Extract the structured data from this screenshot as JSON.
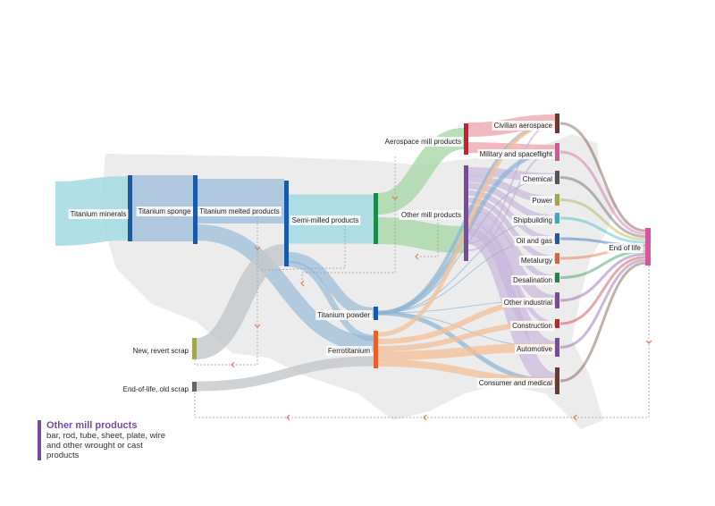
{
  "nodes": [
    {
      "id": "minerals",
      "label": "Titanium minerals",
      "color": "#a8dce4"
    },
    {
      "id": "sponge",
      "label": "Titanium sponge",
      "color": "#1a5aa8"
    },
    {
      "id": "melted",
      "label": "Titanium melted products",
      "color": "#1a5aa8"
    },
    {
      "id": "ingot",
      "label": "",
      "color": "#1a5aa8"
    },
    {
      "id": "semi",
      "label": "Semi-milled products",
      "color": "#1e8a4a"
    },
    {
      "id": "aero_mill",
      "label": "Aerospace mill products",
      "color": "#c82030"
    },
    {
      "id": "other_mill",
      "label": "Other mill products",
      "color": "#7a4aa0"
    },
    {
      "id": "powder",
      "label": "Titanium powder",
      "color": "#1a5aa8"
    },
    {
      "id": "ferro",
      "label": "Ferrotitanium",
      "color": "#e8602a"
    },
    {
      "id": "revert",
      "label": "New, revert scrap",
      "color": "#a8a83a"
    },
    {
      "id": "oldscrap",
      "label": "End-of-life, old scrap",
      "color": "#666666"
    },
    {
      "id": "civil",
      "label": "Civilian aerospace",
      "color": "#6b3a2a"
    },
    {
      "id": "military",
      "label": "Military and spaceflight",
      "color": "#d4579e"
    },
    {
      "id": "chemical",
      "label": "Chemical",
      "color": "#555555"
    },
    {
      "id": "power",
      "label": "Power",
      "color": "#a8a83a"
    },
    {
      "id": "ship",
      "label": "Shipbuilding",
      "color": "#2ab0c8"
    },
    {
      "id": "oil",
      "label": "Oil and gas",
      "color": "#1a5aa8"
    },
    {
      "id": "metal",
      "label": "Metalurgy",
      "color": "#e8602a"
    },
    {
      "id": "desal",
      "label": "Desalination",
      "color": "#1e8a4a"
    },
    {
      "id": "otherind",
      "label": "Other industrial",
      "color": "#7a4aa0"
    },
    {
      "id": "constr",
      "label": "Construction",
      "color": "#c82030"
    },
    {
      "id": "auto",
      "label": "Automotive",
      "color": "#7a4aa0"
    },
    {
      "id": "consumer",
      "label": "Consumer and medical",
      "color": "#6b3a2a"
    },
    {
      "id": "eol",
      "label": "End of life",
      "color": "#d4579e"
    }
  ],
  "legend": {
    "title": "Other mill products",
    "description": "bar, rod, tube, sheet, plate, wire and other wrought or cast products"
  },
  "colors": {
    "scrap_flow": "#c4c8cc",
    "recycle_dash": "#e07050",
    "map": "#ececec"
  }
}
